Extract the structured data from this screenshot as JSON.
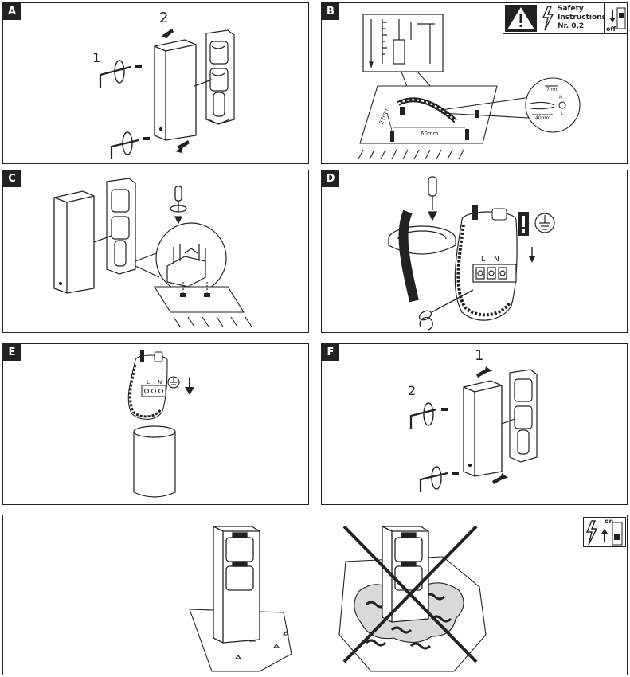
{
  "panels": {
    "a": {
      "tag": "A",
      "step1": "1",
      "step2": "2"
    },
    "b": {
      "tag": "B",
      "dim_height": "27mm",
      "dim_width": "60mm",
      "dim_strip_short": "7mm",
      "dim_strip_long": "40mm",
      "wire_n": "N",
      "wire_l": "L"
    },
    "c": {
      "tag": "C"
    },
    "d": {
      "tag": "D",
      "term_l": "L",
      "term_n": "N",
      "term_earth": "⏚"
    },
    "e": {
      "tag": "E",
      "term_l": "L",
      "term_n": "N"
    },
    "f": {
      "tag": "F",
      "step1": "1",
      "step2": "2"
    },
    "g": {
      "power_on": "on"
    }
  },
  "safety_box": {
    "line1": "Safety",
    "line2": "Instructions",
    "line3": "Nr. 0,2",
    "power_off": "off"
  },
  "colors": {
    "ink": "#222222",
    "paper": "#ffffff",
    "shade": "#d9d9d9"
  }
}
